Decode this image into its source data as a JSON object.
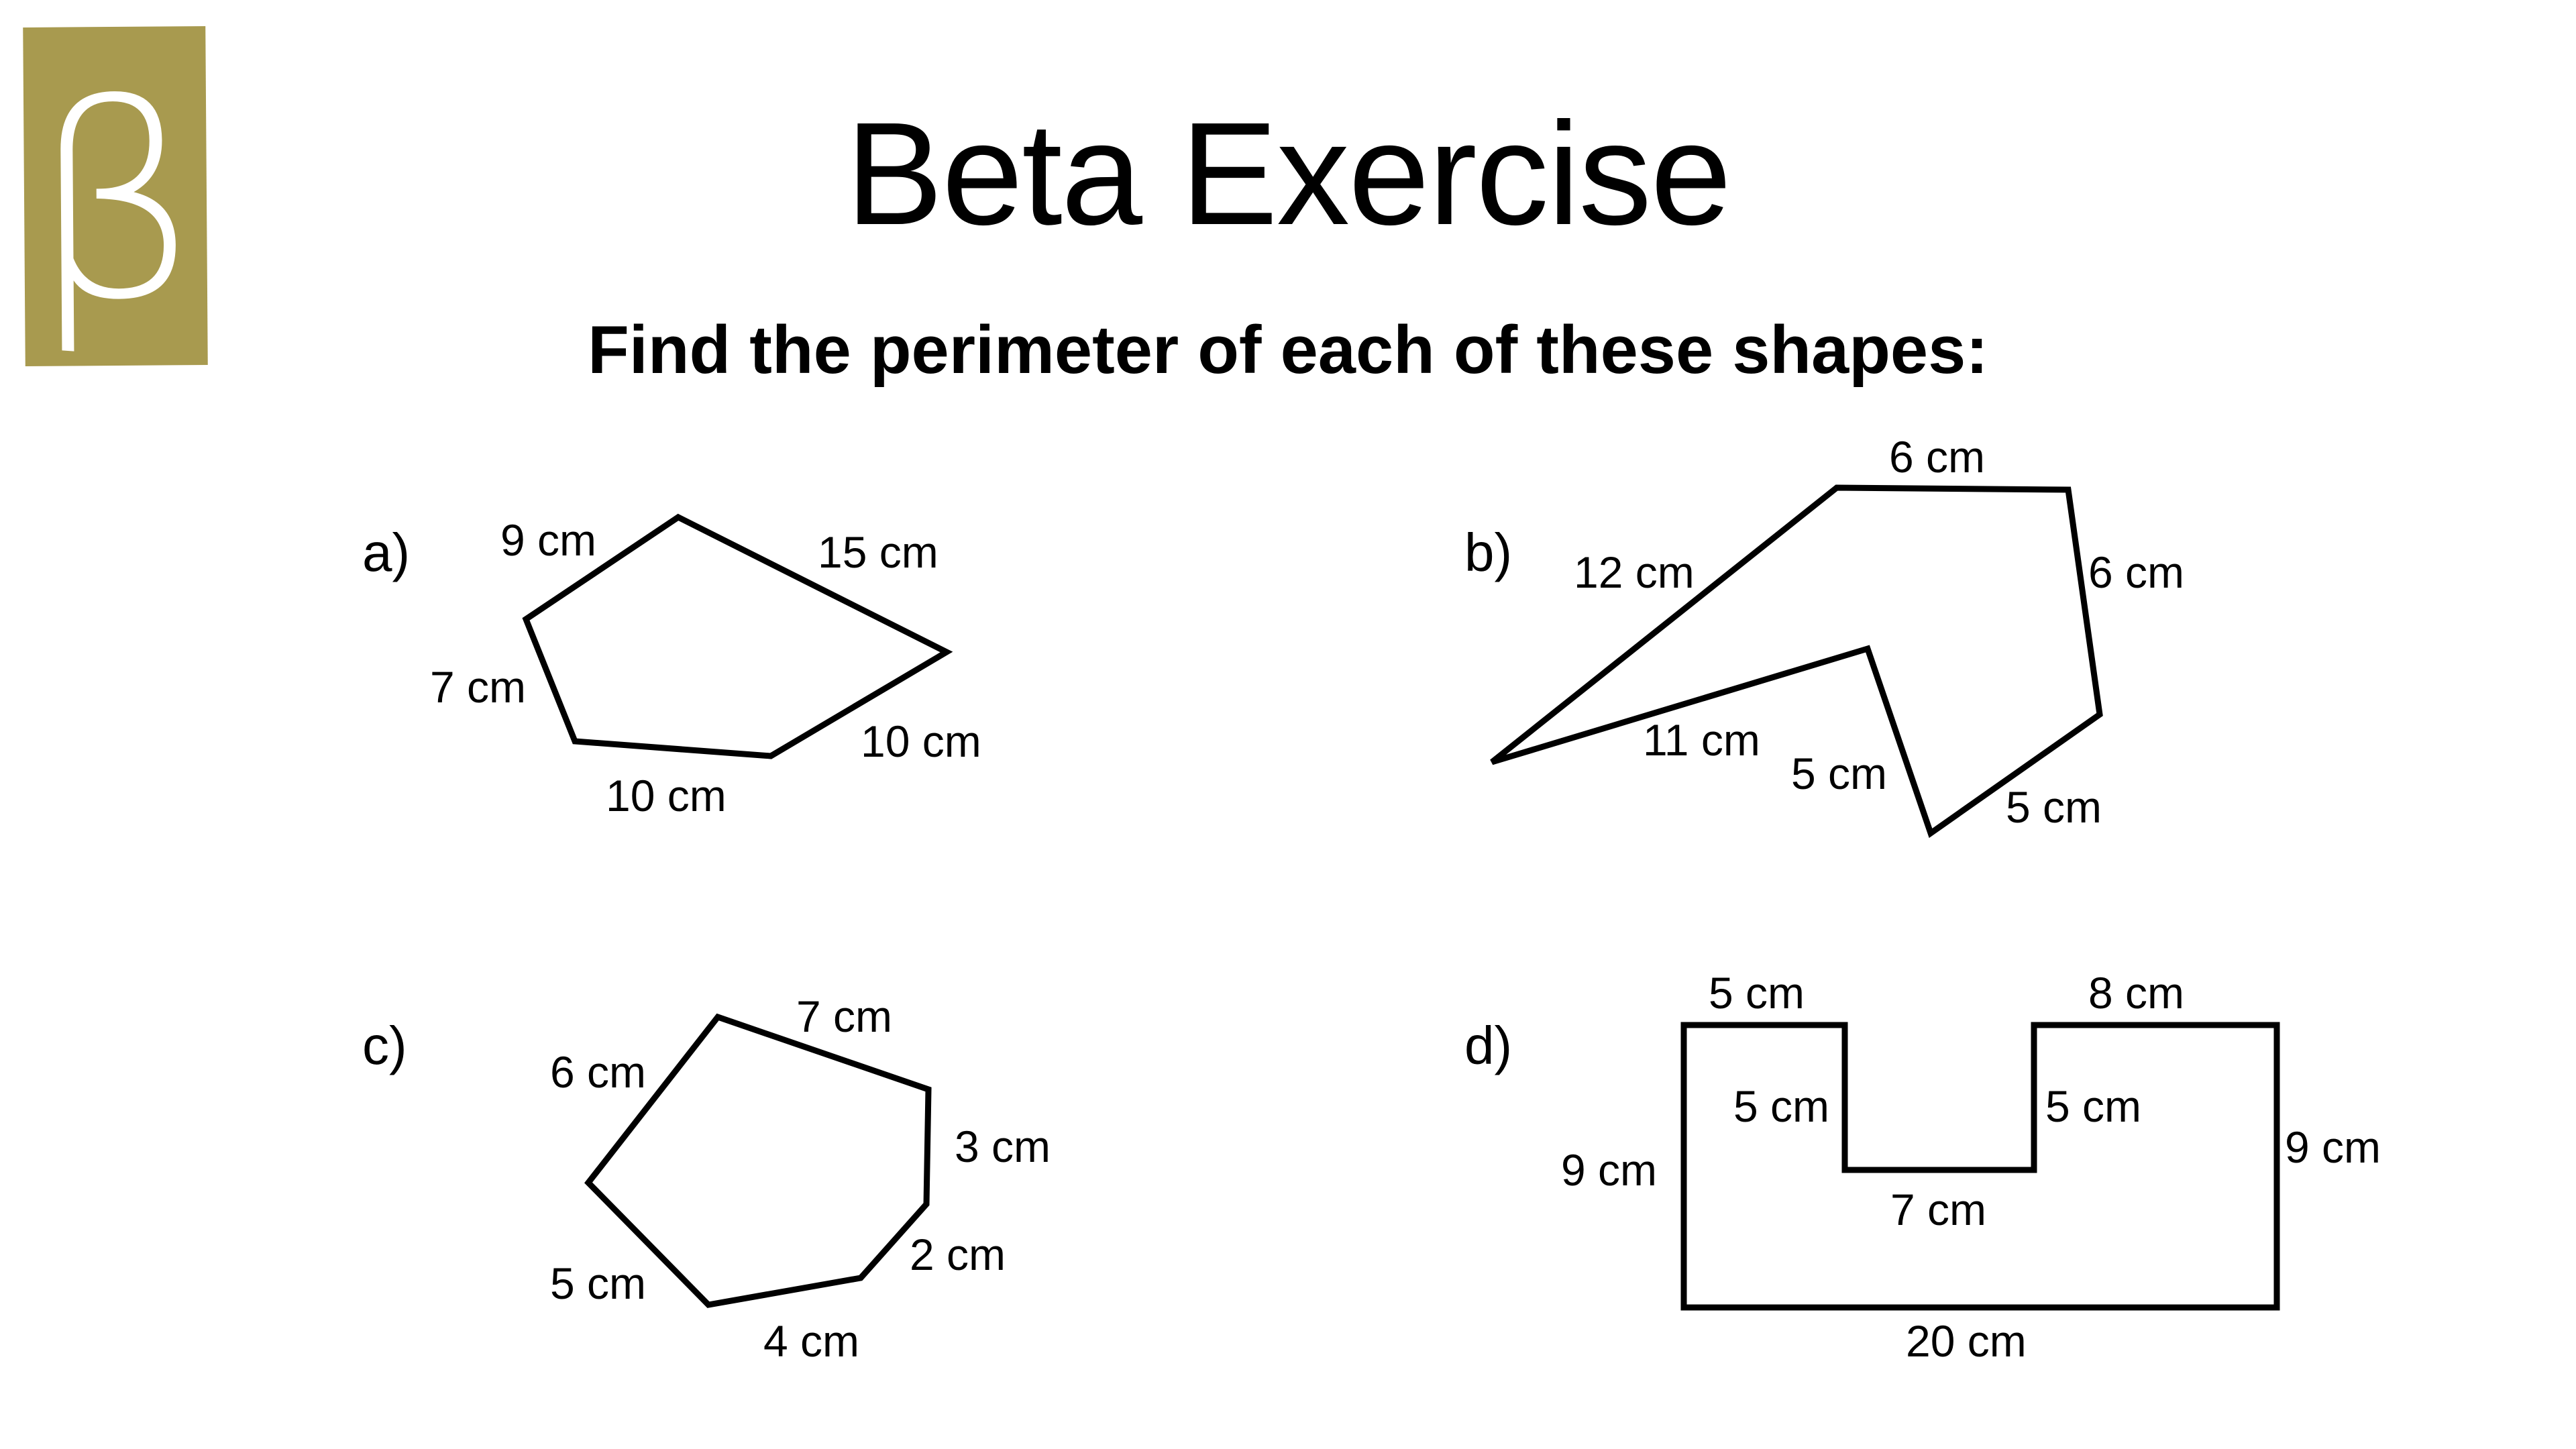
{
  "logo": {
    "glyph": "β",
    "color": "#a89a4f"
  },
  "header": {
    "title": "Beta Exercise",
    "instruction": "Find the perimeter of each of these shapes:"
  },
  "questions": [
    {
      "label": "a)",
      "shape": "pentagon",
      "sides": [
        "9 cm",
        "15 cm",
        "10 cm",
        "10 cm",
        "7 cm"
      ]
    },
    {
      "label": "b)",
      "shape": "concave hexagon",
      "sides": [
        "6 cm",
        "6 cm",
        "5 cm",
        "5 cm",
        "11 cm",
        "12 cm"
      ]
    },
    {
      "label": "c)",
      "shape": "hexagon",
      "sides": [
        "7 cm",
        "3 cm",
        "2 cm",
        "4 cm",
        "5 cm",
        "6 cm"
      ]
    },
    {
      "label": "d)",
      "shape": "U-shaped rectilinear",
      "sides": [
        "5 cm",
        "5 cm",
        "7 cm",
        "5 cm",
        "8 cm",
        "9 cm",
        "20 cm",
        "9 cm"
      ]
    }
  ]
}
